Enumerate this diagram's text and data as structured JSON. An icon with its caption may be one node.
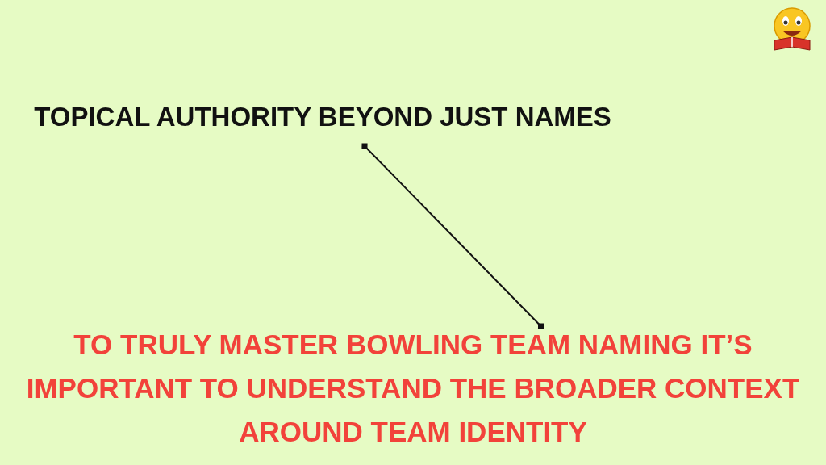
{
  "diagram": {
    "nodes": [
      {
        "text": [
          "TOPICAL AUTHORITY BEYOND JUST NAMES"
        ]
      },
      {
        "text": [
          "TO TRULY MASTER BOWLING TEAM NAMING IT’S IMPORTANT TO UNDERSTAND THE BROADER CONTEXT AROUND TEAM IDENTITY"
        ]
      }
    ],
    "edges": [
      {
        "from": 0,
        "to": 1,
        "arrow": "other"
      }
    ]
  }
}
